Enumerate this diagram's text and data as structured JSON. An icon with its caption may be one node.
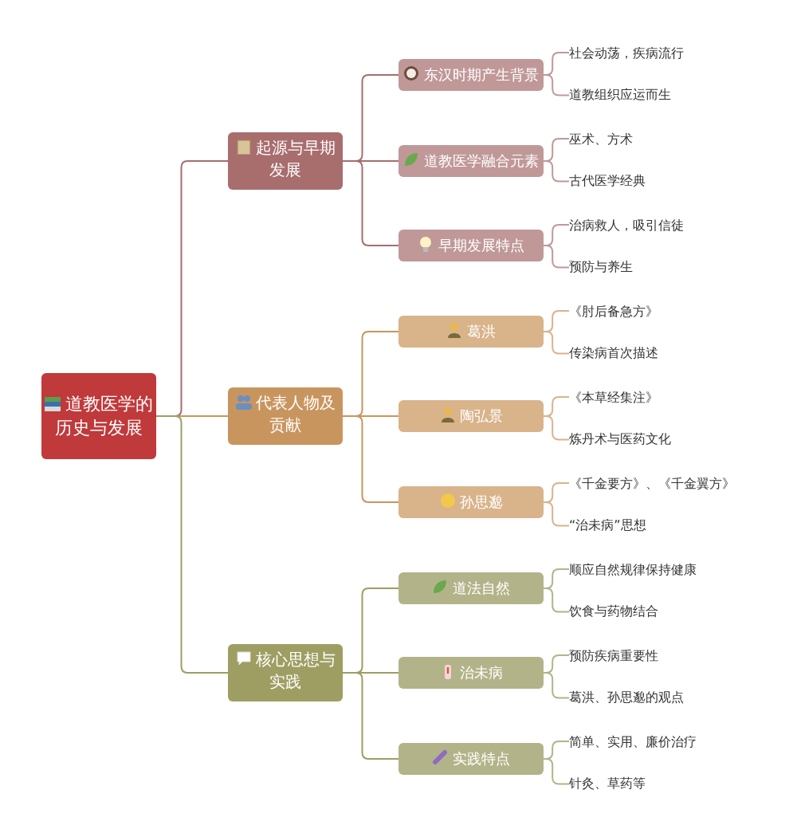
{
  "diagram": {
    "nodes": [
      {
        "text": [
          "道教医学的历史与发展"
        ]
      },
      {
        "text": [
          "起源与早期发展"
        ]
      },
      {
        "text": [
          "代表人物及贡献"
        ]
      },
      {
        "text": [
          "核心思想与实践"
        ]
      },
      {
        "text": [
          "东汉时期产生背景"
        ]
      },
      {
        "text": [
          "道教医学融合元素"
        ]
      },
      {
        "text": [
          "早期发展特点"
        ]
      },
      {
        "text": [
          "葛洪"
        ]
      },
      {
        "text": [
          "陶弘景"
        ]
      },
      {
        "text": [
          "孙思邈"
        ]
      },
      {
        "text": [
          "道法自然"
        ]
      },
      {
        "text": [
          "治未病"
        ]
      },
      {
        "text": [
          "实践特点"
        ]
      },
      {
        "text": [
          "社会动荡，疾病流行"
        ]
      },
      {
        "text": [
          "道教组织应运而生"
        ]
      },
      {
        "text": [
          "巫术、方术"
        ]
      },
      {
        "text": [
          "古代医学经典"
        ]
      },
      {
        "text": [
          "治病救人，吸引信徒"
        ]
      },
      {
        "text": [
          "预防与养生"
        ]
      },
      {
        "text": [
          "《肘后备急方》"
        ]
      },
      {
        "text": [
          "传染病首次描述"
        ]
      },
      {
        "text": [
          "《本草经集注》"
        ]
      },
      {
        "text": [
          "炼丹术与医药文化"
        ]
      },
      {
        "text": [
          "《千金要方》、《千金翼方》"
        ]
      },
      {
        "text": [
          "“治未病”思想"
        ]
      },
      {
        "text": [
          "顺应自然规律保持健康"
        ]
      },
      {
        "text": [
          "饮食与药物结合"
        ]
      },
      {
        "text": [
          "预防疾病重要性"
        ]
      },
      {
        "text": [
          "葛洪、孙思邈的观点"
        ]
      },
      {
        "text": [
          "简单、实用、廉价治疗"
        ]
      },
      {
        "text": [
          "针灸、草药等"
        ]
      }
    ],
    "edges": [
      {
        "from": 0,
        "to": 1,
        "arrow": "none",
        "color": "#a86d6d"
      },
      {
        "from": 0,
        "to": 2,
        "arrow": "none",
        "color": "#c9955f"
      },
      {
        "from": 0,
        "to": 3,
        "arrow": "none",
        "color": "#9e9e63"
      },
      {
        "from": 1,
        "to": 4,
        "arrow": "none",
        "color": "#a86d6d"
      },
      {
        "from": 1,
        "to": 5,
        "arrow": "none",
        "color": "#a86d6d"
      },
      {
        "from": 1,
        "to": 6,
        "arrow": "none",
        "color": "#a86d6d"
      },
      {
        "from": 2,
        "to": 7,
        "arrow": "none",
        "color": "#c9955f"
      },
      {
        "from": 2,
        "to": 8,
        "arrow": "none",
        "color": "#c9955f"
      },
      {
        "from": 2,
        "to": 9,
        "arrow": "none",
        "color": "#c9955f"
      },
      {
        "from": 3,
        "to": 10,
        "arrow": "none",
        "color": "#9e9e63"
      },
      {
        "from": 3,
        "to": 11,
        "arrow": "none",
        "color": "#9e9e63"
      },
      {
        "from": 3,
        "to": 12,
        "arrow": "none",
        "color": "#9e9e63"
      },
      {
        "from": 4,
        "to": 13,
        "arrow": "none",
        "color": "#c09898"
      },
      {
        "from": 4,
        "to": 14,
        "arrow": "none",
        "color": "#c09898"
      },
      {
        "from": 5,
        "to": 15,
        "arrow": "none",
        "color": "#c09898"
      },
      {
        "from": 5,
        "to": 16,
        "arrow": "none",
        "color": "#c09898"
      },
      {
        "from": 6,
        "to": 17,
        "arrow": "none",
        "color": "#c09898"
      },
      {
        "from": 6,
        "to": 18,
        "arrow": "none",
        "color": "#c09898"
      },
      {
        "from": 7,
        "to": 19,
        "arrow": "none",
        "color": "#d9b38a"
      },
      {
        "from": 7,
        "to": 20,
        "arrow": "none",
        "color": "#d9b38a"
      },
      {
        "from": 8,
        "to": 21,
        "arrow": "none",
        "color": "#d9b38a"
      },
      {
        "from": 8,
        "to": 22,
        "arrow": "none",
        "color": "#d9b38a"
      },
      {
        "from": 9,
        "to": 23,
        "arrow": "none",
        "color": "#d9b38a"
      },
      {
        "from": 9,
        "to": 24,
        "arrow": "none",
        "color": "#d9b38a"
      },
      {
        "from": 10,
        "to": 25,
        "arrow": "none",
        "color": "#b3b38a"
      },
      {
        "from": 10,
        "to": 26,
        "arrow": "none",
        "color": "#b3b38a"
      },
      {
        "from": 11,
        "to": 27,
        "arrow": "none",
        "color": "#b3b38a"
      },
      {
        "from": 11,
        "to": 28,
        "arrow": "none",
        "color": "#b3b38a"
      },
      {
        "from": 12,
        "to": 29,
        "arrow": "none",
        "color": "#b3b38a"
      },
      {
        "from": 12,
        "to": 30,
        "arrow": "none",
        "color": "#b3b38a"
      }
    ]
  }
}
